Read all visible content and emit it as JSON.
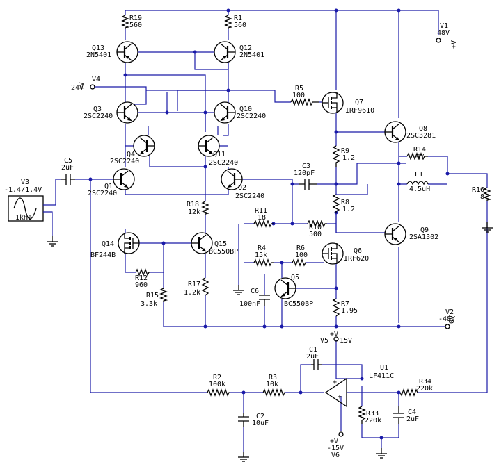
{
  "components": {
    "R19": {
      "name": "R19",
      "value": "560"
    },
    "R1": {
      "name": "R1",
      "value": "560"
    },
    "Q13": {
      "name": "Q13",
      "value": "2N5401"
    },
    "Q12": {
      "name": "Q12",
      "value": "2N5401"
    },
    "V4": {
      "name": "V4",
      "value": "24V"
    },
    "R5": {
      "name": "R5",
      "value": "100"
    },
    "Q7": {
      "name": "Q7",
      "value": "IRF9610"
    },
    "V1": {
      "name": "V1",
      "value": "48V"
    },
    "Q3": {
      "name": "Q3",
      "value": "2SC2240"
    },
    "Q10": {
      "name": "Q10",
      "value": "2SC2240"
    },
    "Q8": {
      "name": "Q8",
      "value": "2SC3281"
    },
    "Q4": {
      "name": "Q4",
      "value": "2SC2240"
    },
    "Q11": {
      "name": "Q11",
      "value": "2SC2240"
    },
    "R9": {
      "name": "R9",
      "value": "1.2"
    },
    "R14": {
      "name": "R14",
      "value": "47"
    },
    "C5": {
      "name": "C5",
      "value": "2uF"
    },
    "C3": {
      "name": "C3",
      "value": "120pF"
    },
    "L1": {
      "name": "L1",
      "value": "4.5uH"
    },
    "V3": {
      "name": "V3",
      "value": "-1.4/1.4V",
      "freq": "1kHz"
    },
    "Q1": {
      "name": "Q1",
      "value": "2SC2240"
    },
    "Q2": {
      "name": "Q2",
      "value": "2SC2240"
    },
    "R16": {
      "name": "R16",
      "value": "8"
    },
    "R18": {
      "name": "R18",
      "value": "12k"
    },
    "R8": {
      "name": "R8",
      "value": "1.2"
    },
    "R11": {
      "name": "R11",
      "value": "18"
    },
    "R10": {
      "name": "R10",
      "value": "500"
    },
    "Q9": {
      "name": "Q9",
      "value": "2SA1302"
    },
    "Q14": {
      "name": "Q14",
      "value": "BF244B"
    },
    "Q15": {
      "name": "Q15",
      "value": "BC550BP"
    },
    "R4": {
      "name": "R4",
      "value": "15k"
    },
    "R6": {
      "name": "R6",
      "value": "100"
    },
    "Q6": {
      "name": "Q6",
      "value": "IRF620"
    },
    "R12": {
      "name": "R12",
      "value": "960"
    },
    "Q5": {
      "name": "Q5",
      "value": "BC550BP"
    },
    "R17": {
      "name": "R17",
      "value": "1.2k"
    },
    "C6": {
      "name": "C6",
      "value": "100nF"
    },
    "R15": {
      "name": "R15",
      "value": "3.3k"
    },
    "R7": {
      "name": "R7",
      "value": "1.95"
    },
    "V2": {
      "name": "V2",
      "value": "-48V"
    },
    "V5": {
      "name": "V5",
      "value": "15V"
    },
    "C1": {
      "name": "C1",
      "value": "2uF"
    },
    "U1": {
      "name": "U1",
      "value": "LF411C"
    },
    "R2": {
      "name": "R2",
      "value": "100k"
    },
    "R3": {
      "name": "R3",
      "value": "10k"
    },
    "R34": {
      "name": "R34",
      "value": "220k"
    },
    "C2": {
      "name": "C2",
      "value": "10uF"
    },
    "R33": {
      "name": "R33",
      "value": "220k"
    },
    "C4": {
      "name": "C4",
      "value": "2uF"
    },
    "V6": {
      "name": "V6",
      "value": "-15V"
    }
  },
  "terminals": {
    "plus": "+V",
    "zero": "0V"
  }
}
